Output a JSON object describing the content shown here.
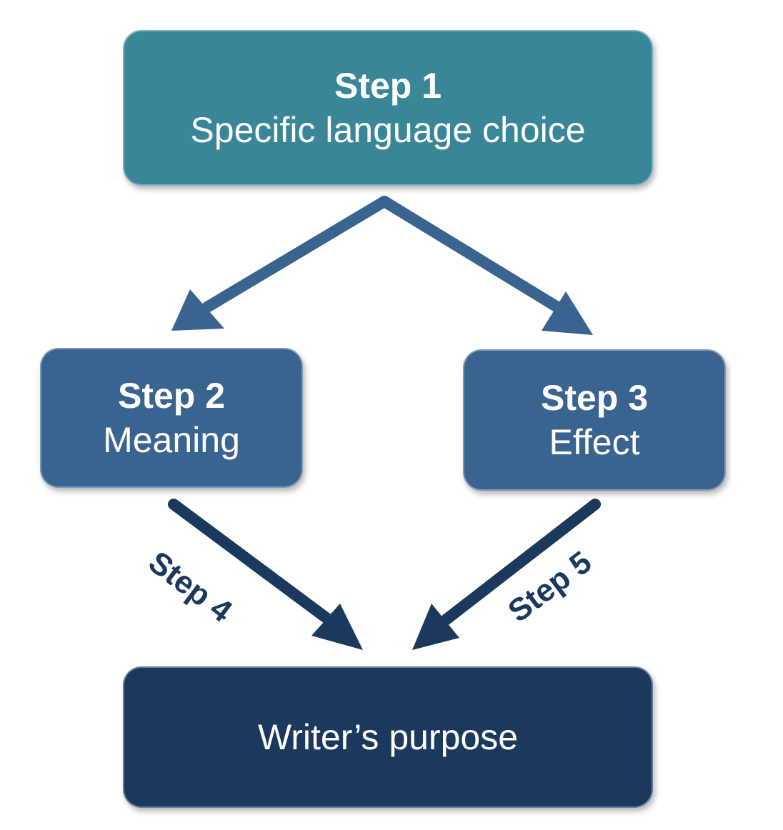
{
  "nodes": {
    "step1": {
      "step": "Step 1",
      "text": "Specific language choice"
    },
    "step2": {
      "step": "Step 2",
      "text": "Meaning"
    },
    "step3": {
      "step": "Step 3",
      "text": "Effect"
    },
    "purpose": {
      "text": "Writer’s purpose"
    }
  },
  "edges": {
    "step4": {
      "label": "Step 4",
      "from": "Meaning",
      "to": "Writer’s purpose"
    },
    "step5": {
      "label": "Step 5",
      "from": "Effect",
      "to": "Writer’s purpose"
    }
  },
  "colors": {
    "step1_fill": "#3a8699",
    "middle_fill": "#3a6490",
    "purpose_fill": "#1b385d",
    "upper_arrow": "#3a6490",
    "lower_arrow": "#1b385d"
  }
}
